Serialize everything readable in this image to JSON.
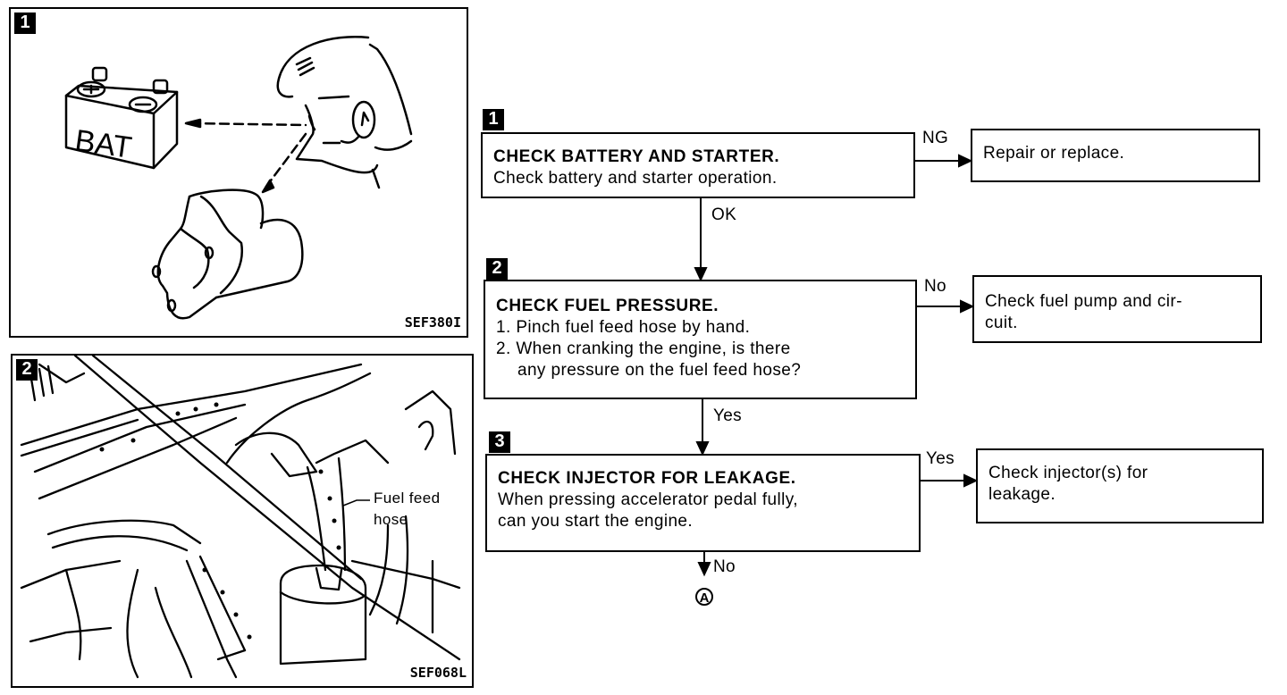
{
  "figures": [
    {
      "step_badge": "1",
      "code": "SEF380I",
      "battery_label": "BAT"
    },
    {
      "step_badge": "2",
      "code": "SEF068L",
      "callout_line1": "Fuel feed",
      "callout_line2": "hose"
    }
  ],
  "flowchart": {
    "steps": [
      {
        "badge": "1",
        "title": "CHECK BATTERY AND STARTER.",
        "lines": [
          "Check battery and starter operation."
        ],
        "branch_label": "NG",
        "branch_result": [
          "Repair or replace."
        ],
        "next_label": "OK"
      },
      {
        "badge": "2",
        "title": "CHECK FUEL PRESSURE.",
        "lines": [
          "1. Pinch fuel feed hose by hand.",
          "2. When cranking the engine, is there",
          "any pressure on the fuel feed hose?"
        ],
        "branch_label": "No",
        "branch_result": [
          "Check fuel pump and cir-",
          "cuit."
        ],
        "next_label": "Yes"
      },
      {
        "badge": "3",
        "title": "CHECK INJECTOR FOR LEAKAGE.",
        "lines": [
          "When pressing accelerator pedal fully,",
          "can you start the engine."
        ],
        "branch_label": "Yes",
        "branch_result": [
          "Check injector(s) for",
          "leakage."
        ],
        "next_label": "No"
      }
    ],
    "connector": "A"
  }
}
